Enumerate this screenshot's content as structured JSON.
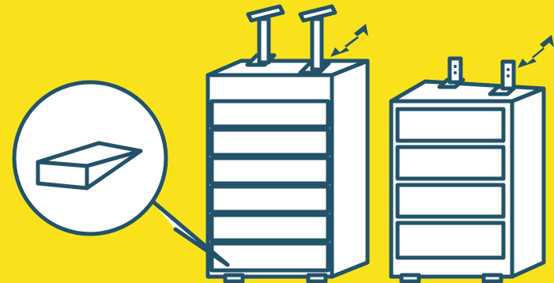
{
  "colors": {
    "background": "#f9e21c",
    "outline": "#22536a",
    "fill": "#ffffff"
  },
  "scene": {
    "left_cabinet": {
      "drawer_count": 6,
      "has_height_extension_post_pair": true
    },
    "right_cabinet": {
      "drawer_count": 4,
      "has_wall_anchor_bracket_pair": true
    },
    "magnifier": {
      "subject": "wedge-shim"
    },
    "arrows": [
      "arrow-icon",
      "arrow-icon"
    ]
  }
}
